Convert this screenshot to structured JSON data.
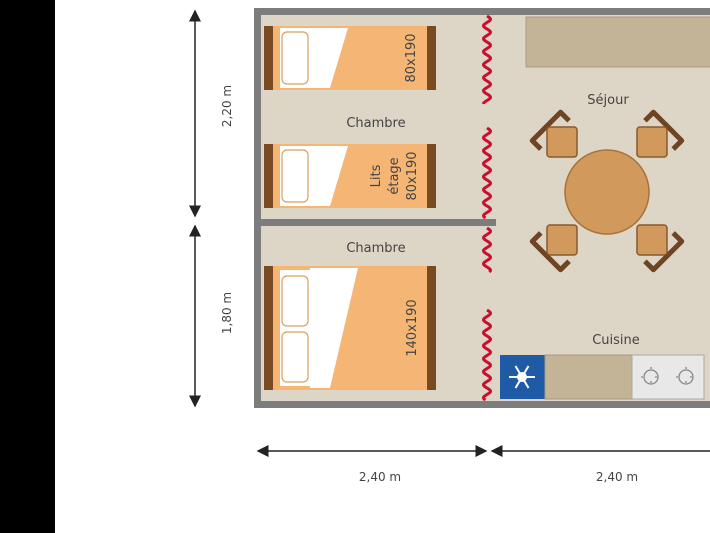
{
  "rooms": {
    "bedroom_top": "Chambre",
    "bedroom_bottom": "Chambre",
    "living": "Séjour",
    "kitchen": "Cuisine"
  },
  "beds": {
    "single": "80x190",
    "bunk_line1": "Lits",
    "bunk_line2": "étage",
    "bunk_line3": "80x190",
    "double": "140x190"
  },
  "dimensions": {
    "height_top": "2,20 m",
    "height_bottom": "1,80 m",
    "width_left": "2,40 m",
    "width_right": "2,40 m"
  },
  "icons": {
    "fridge": "snowflake-icon",
    "stove": "burner-icon"
  },
  "colors": {
    "wall": "#7d7d7d",
    "floor": "#ddd5c6",
    "bed": "#f5b574",
    "headboard": "#7a4a22",
    "curtain": "#c8102e",
    "table": "#d19a5c",
    "fridge": "#1f5aa6",
    "counter": "#c3b497"
  }
}
